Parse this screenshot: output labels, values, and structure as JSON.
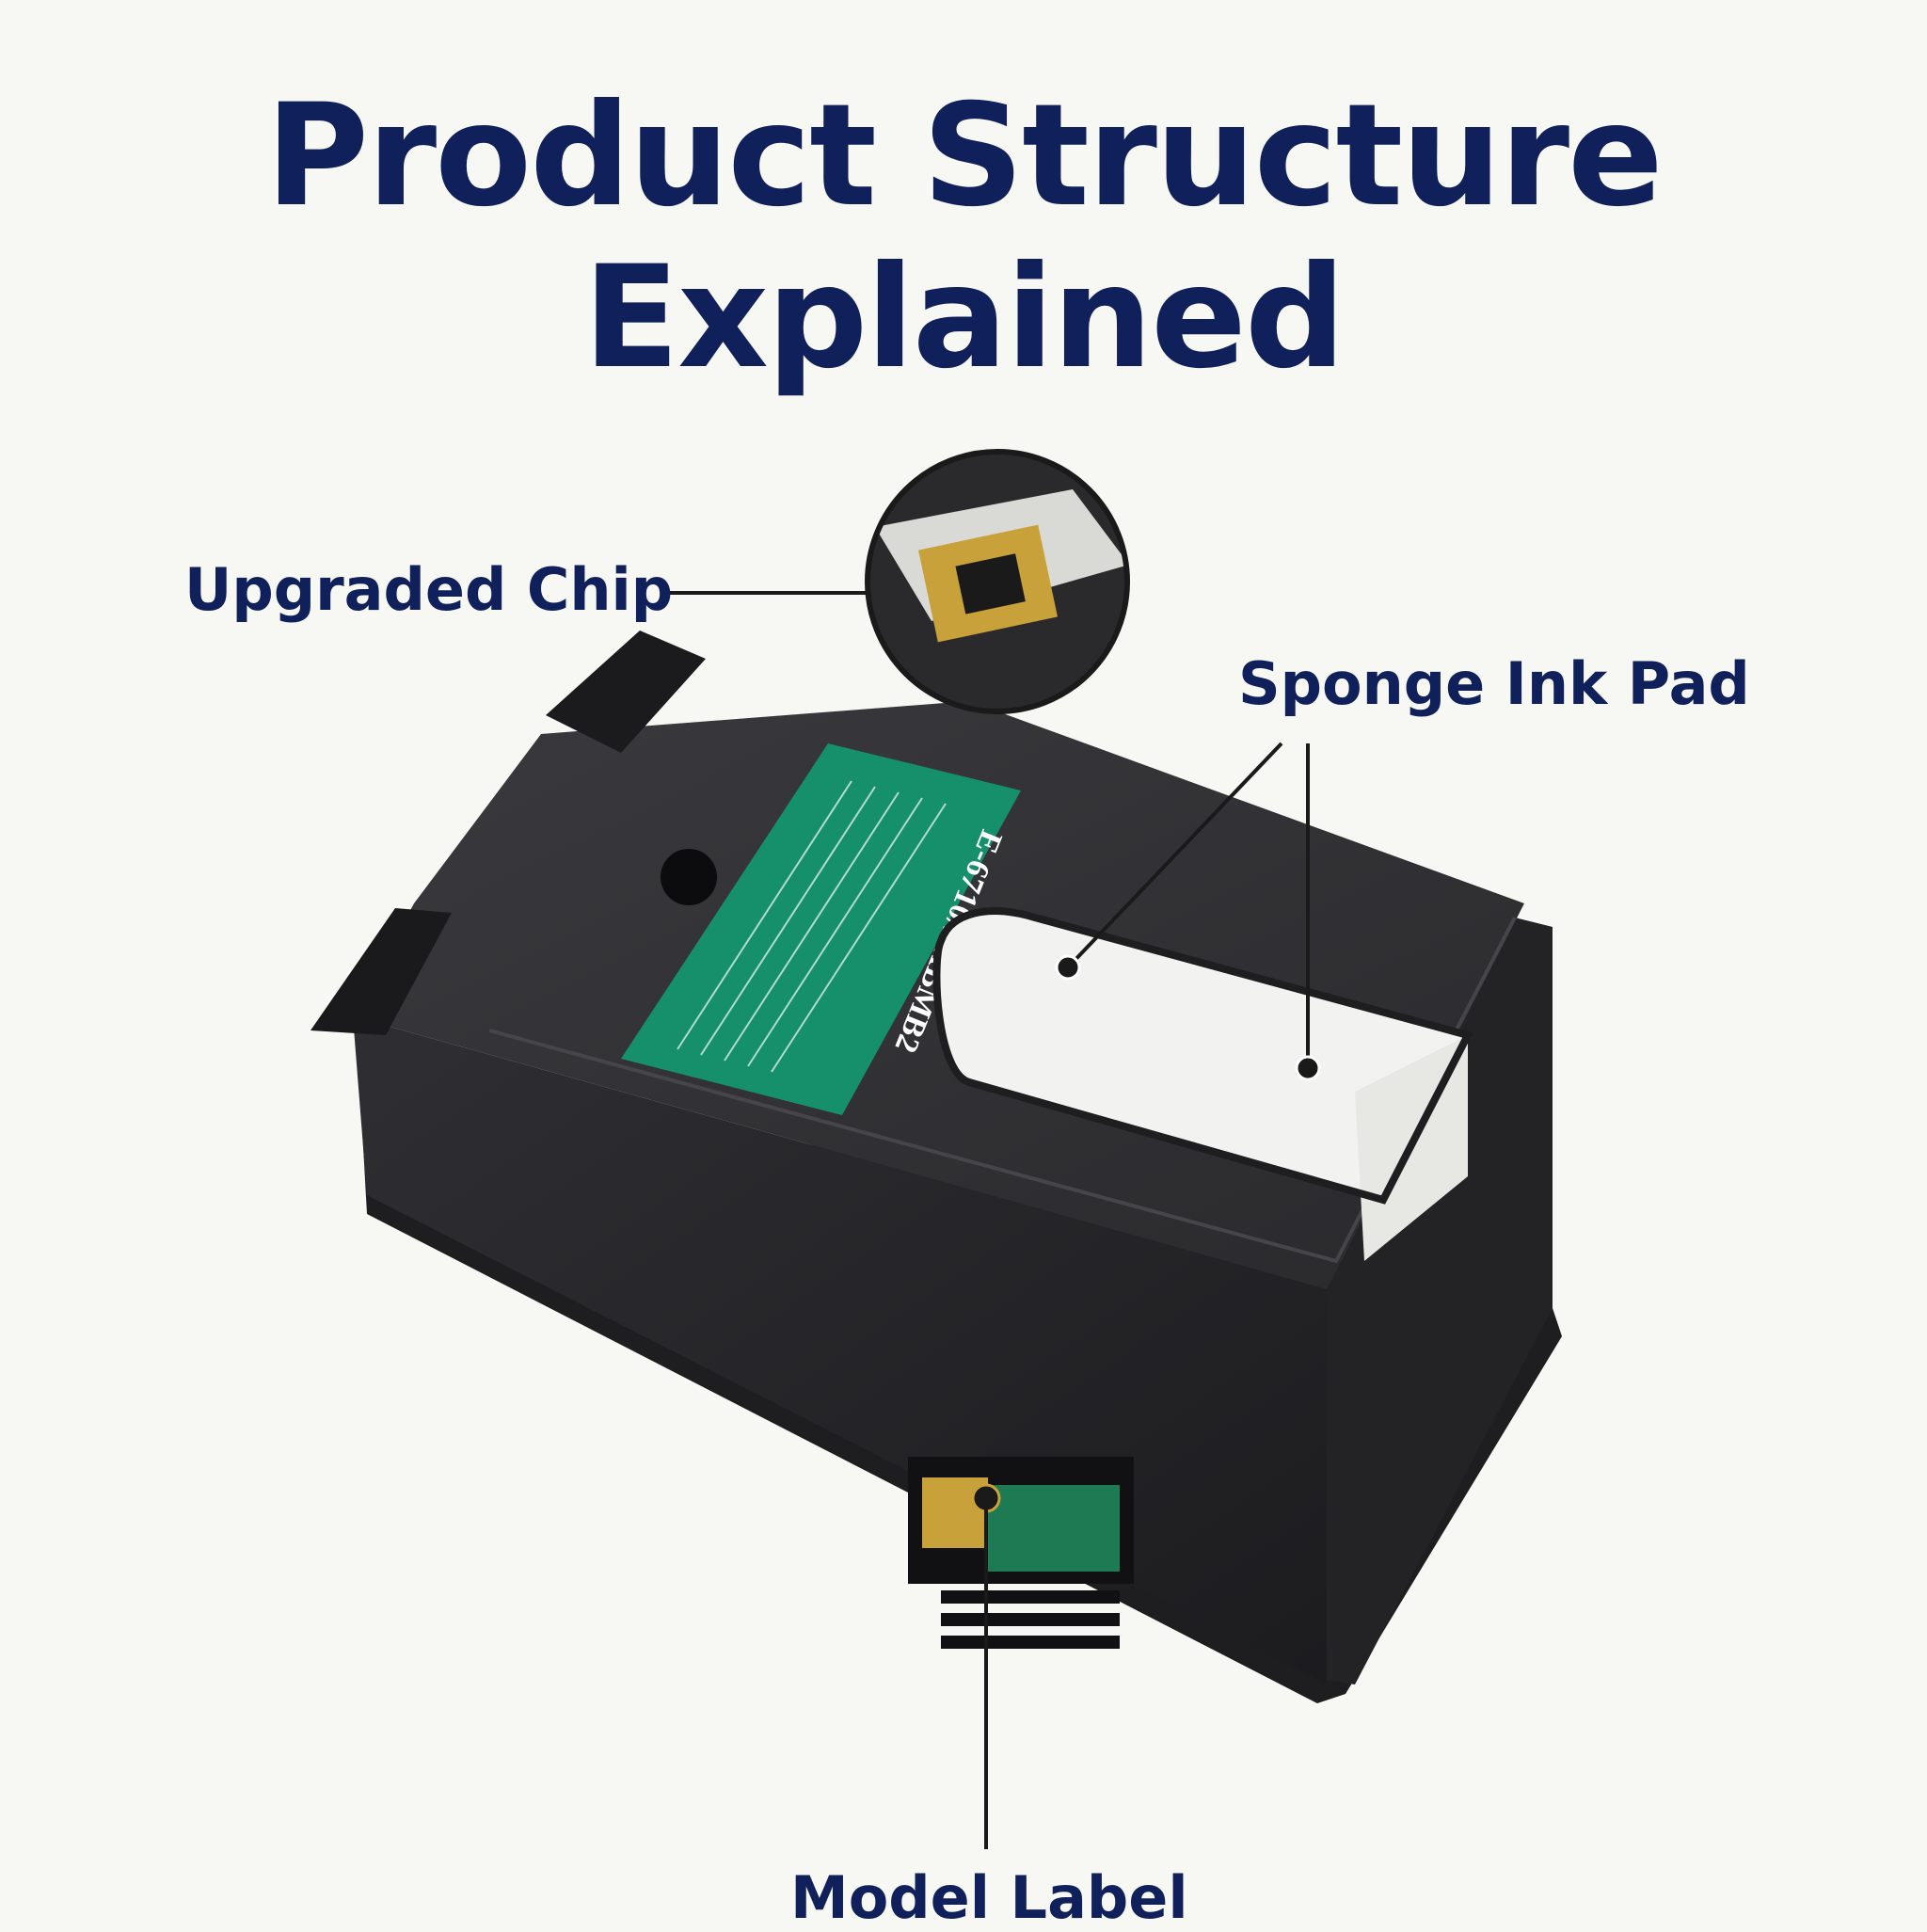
{
  "title": {
    "line1": "Product Structure",
    "line2": "Explained"
  },
  "callouts": {
    "chip": "Upgraded Chip",
    "sponge": "Sponge Ink Pad",
    "model": "Model Label"
  },
  "product": {
    "top_label_text": "E-6710/PXBMB2",
    "colors": {
      "title": "#10205a",
      "box": "#2b2b2e",
      "label": "#16906a",
      "sponge": "#f2f2f0",
      "chip_gold": "#c9a13a"
    }
  }
}
